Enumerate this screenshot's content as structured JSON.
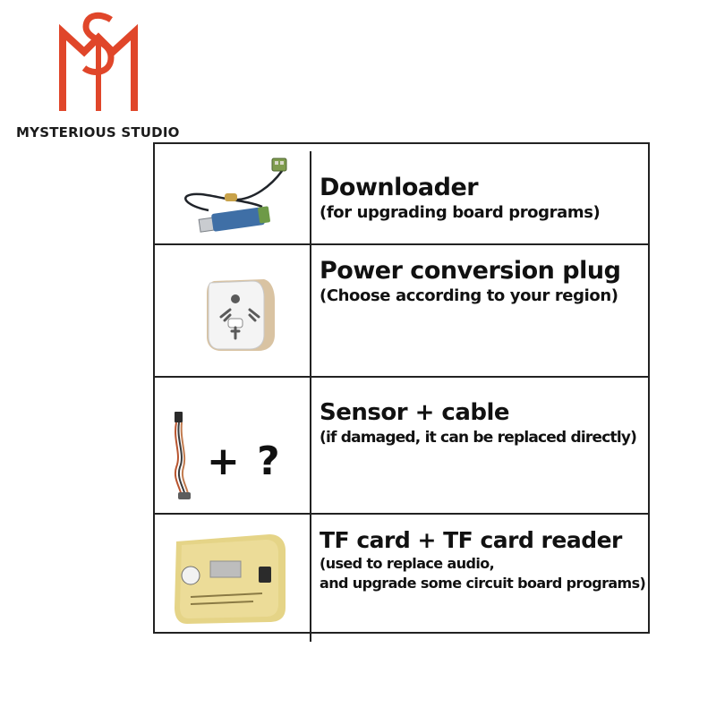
{
  "brand": {
    "logo_mark": "MS",
    "name": "MYSTERIOUS STUDIO",
    "accent_color": "#e0462a"
  },
  "items": [
    {
      "icon": "usb-downloader-cable-photo",
      "title": "Downloader",
      "description_lines": [
        "(for upgrading board programs)"
      ]
    },
    {
      "icon": "power-conversion-plug-photo",
      "title": "Power conversion plug",
      "description_lines": [
        "(Choose according to your region)"
      ]
    },
    {
      "icon": "sensor-cable-photo",
      "title": "Sensor + cable",
      "image_caption": "+ ?",
      "description_lines": [
        "(if damaged, it can be replaced directly)"
      ]
    },
    {
      "icon": "tf-card-reader-package-photo",
      "title": "TF card + TF card reader",
      "description_lines": [
        "(used to replace audio,",
        "and upgrade some circuit board programs)"
      ]
    }
  ]
}
